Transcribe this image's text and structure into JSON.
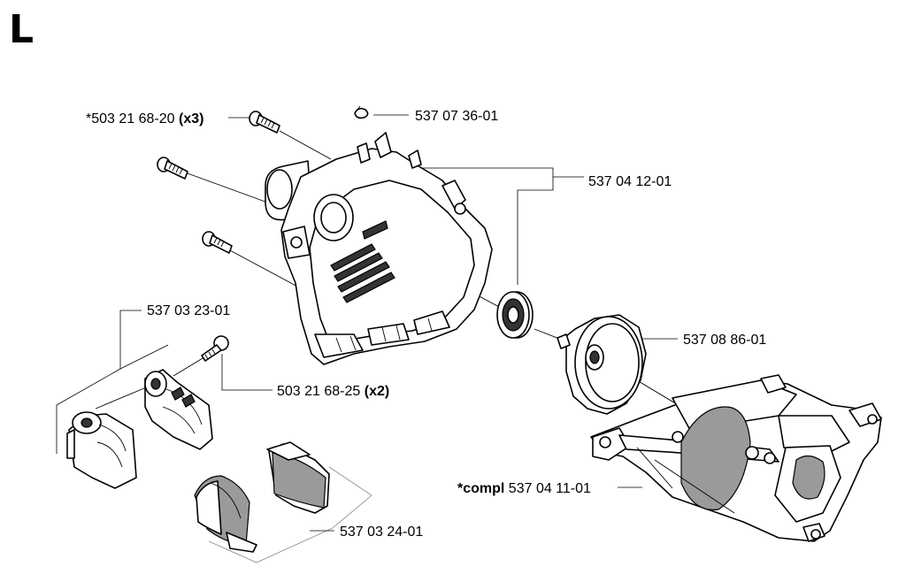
{
  "section_letter": "L",
  "labels": {
    "screw_x3": {
      "prefix": "*503 21 68-20 ",
      "qty": "(x3)"
    },
    "clip": "537 07 36-01",
    "housing": "537 04 12-01",
    "bearing_housing": "537 03 23-01",
    "screw_x2": {
      "prefix": "503 21 68-25 ",
      "qty": "(x2)"
    },
    "clutch_drum": "537 08 86-01",
    "frame": {
      "prefix": "*compl ",
      "number": "537 04 11-01"
    },
    "bushing_halves": "537 03 24-01"
  }
}
